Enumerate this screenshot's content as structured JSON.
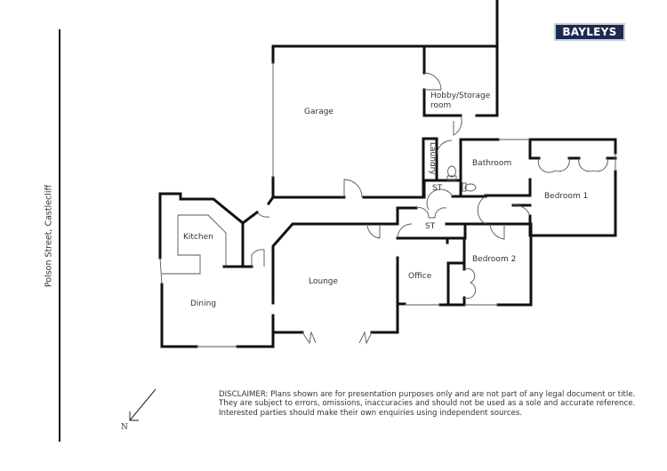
{
  "brand": {
    "logo_text": "BAYLEYS",
    "logo_bg": "#1c2a4f",
    "logo_fg": "#ffffff"
  },
  "street_label": "Polson Street, Castlecliff",
  "compass": {
    "label": "N"
  },
  "rooms": {
    "garage": "Garage",
    "hobby_line1": "Hobby/Storage",
    "hobby_line2": "room",
    "laundry": "Laundry",
    "bathroom": "Bathroom",
    "st_upper": "ST",
    "st_lower": "ST",
    "bedroom1": "Bedroom 1",
    "kitchen": "Kitchen",
    "lounge": "Lounge",
    "dining": "Dining",
    "office": "Office",
    "bedroom2": "Bedroom 2"
  },
  "disclaimer": "DISCLAIMER: Plans shown are for presentation purposes only and are not part of any legal document or title. They are subject to errors, omissions, inaccuracies and should not be used as a sole and accurate reference. Interested parties should make their own enquiries using independent sources."
}
